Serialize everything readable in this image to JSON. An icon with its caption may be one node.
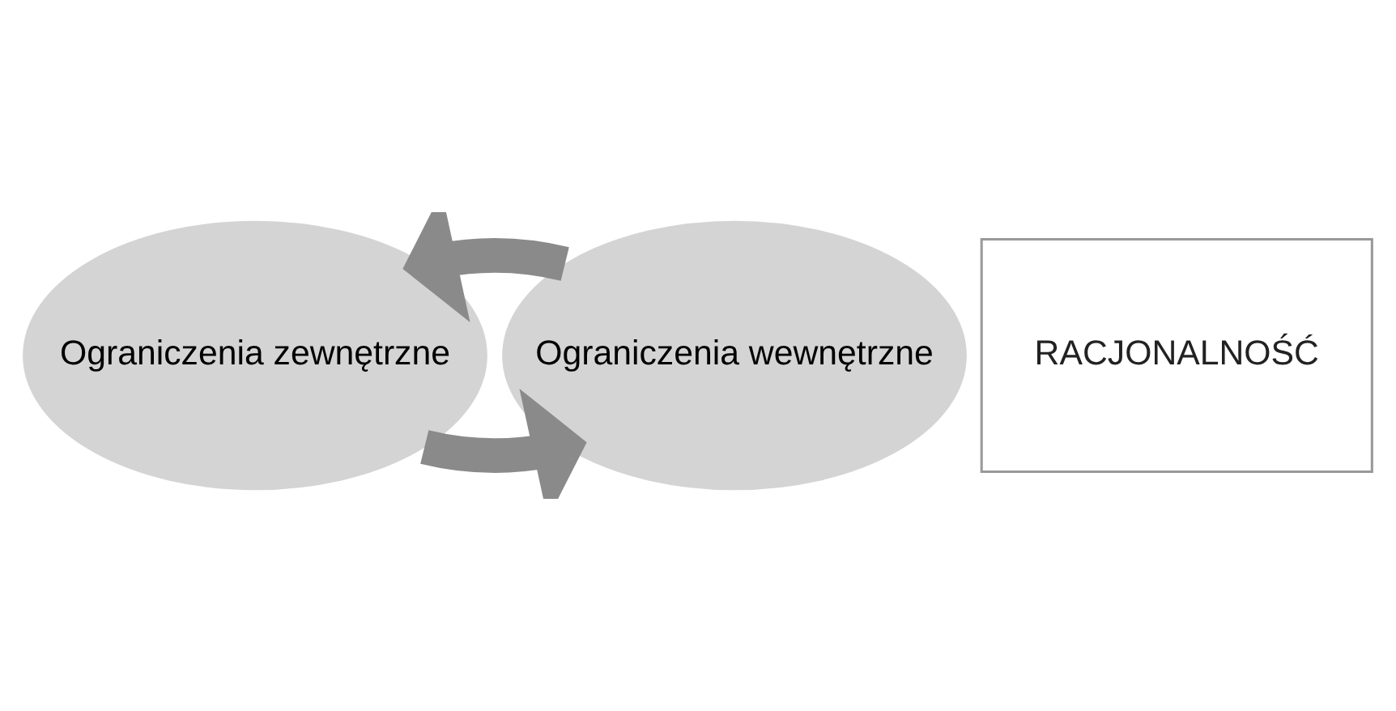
{
  "diagram": {
    "nodes": [
      {
        "text": [
          "Ograniczenia zewnętrzne"
        ]
      },
      {
        "text": [
          "RACJONALNOŚĆ"
        ]
      },
      {
        "text": [
          "Ograniczenia wewnętrzne"
        ]
      }
    ],
    "edges": [
      {
        "from": 0,
        "to": 2,
        "arrow": "to"
      },
      {
        "from": 2,
        "to": 0,
        "arrow": "to"
      }
    ]
  }
}
